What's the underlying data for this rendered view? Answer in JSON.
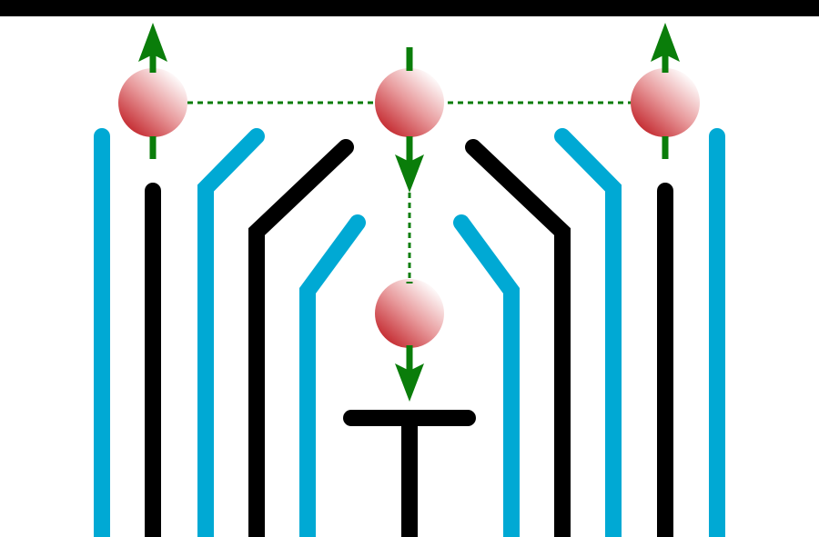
{
  "colors": {
    "blue": "#00a9d4",
    "black": "#000000",
    "green": "#0a7d0a",
    "sphere_light": "#ffffff",
    "sphere_dark": "#c42a30"
  },
  "icons": [
    "sphere-particle",
    "arrow-up",
    "arrow-down"
  ]
}
